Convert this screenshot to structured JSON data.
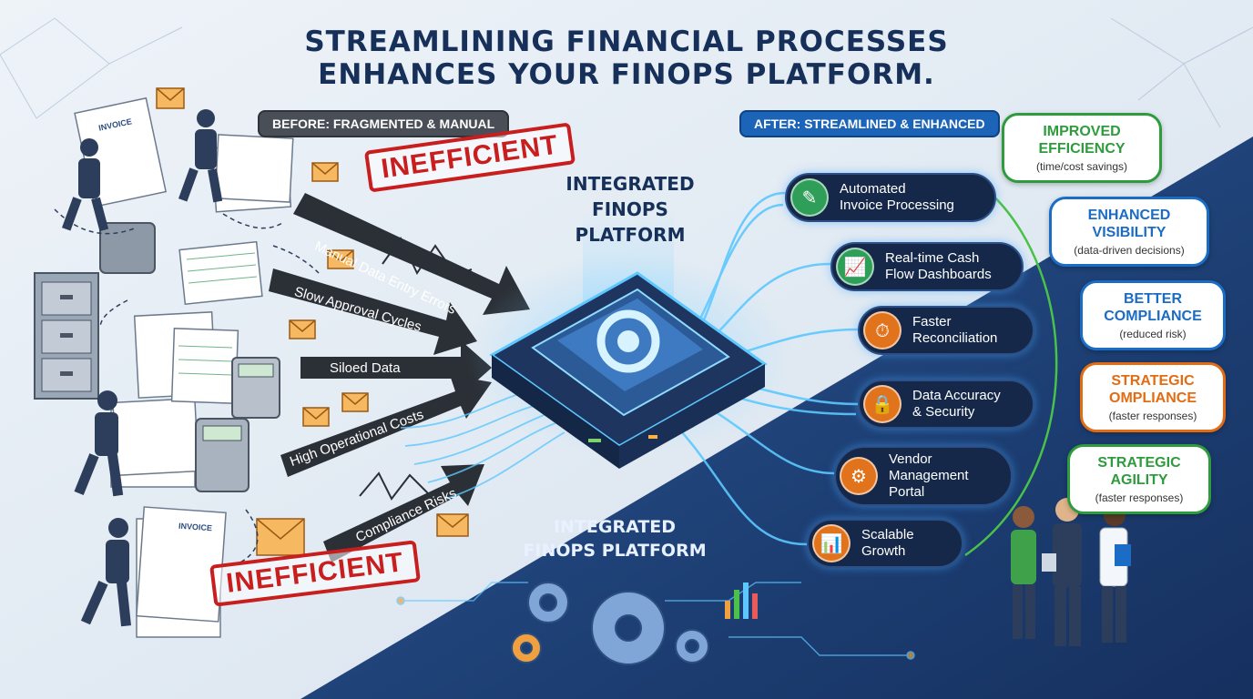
{
  "title": {
    "line1": "STREAMLINING FINANCIAL PROCESSES",
    "line2": "ENHANCES YOUR FINOPS PLATFORM."
  },
  "before": {
    "label": "BEFORE: FRAGMENTED & MANUAL",
    "stamp_top": "INEFFICIENT",
    "stamp_bottom": "INEFFICIENT",
    "invoice_top": "INVOICE",
    "invoice_bottom": "INVOICE",
    "problems": [
      "Manual Data Entry Errors",
      "Slow Approval Cycles",
      "Siloed Data",
      "High Operational Costs",
      "Compliance Risks"
    ]
  },
  "after": {
    "label": "AFTER: STREAMLINED & ENHANCED"
  },
  "platform": {
    "top_label": "INTEGRATED\nFINOPS\nPLATFORM",
    "bottom_label": "INTEGRATED\nFINOPS PLATFORM"
  },
  "features": [
    {
      "label": "Automated\nInvoice Processing",
      "icon": "document-edit-icon",
      "color": "#2f9e58"
    },
    {
      "label": "Real-time Cash\nFlow Dashboards",
      "icon": "chart-icon",
      "color": "#2f9e58"
    },
    {
      "label": "Faster\nReconciliation",
      "icon": "speed-icon",
      "color": "#e0731c"
    },
    {
      "label": "Data Accuracy\n& Security",
      "icon": "shield-lock-icon",
      "color": "#e0731c"
    },
    {
      "label": "Vendor\nManagement\nPortal",
      "icon": "gear-globe-icon",
      "color": "#e0731c"
    },
    {
      "label": "Scalable\nGrowth",
      "icon": "growth-chart-icon",
      "color": "#e0731c"
    }
  ],
  "benefits": [
    {
      "title": "IMPROVED\nEFFICIENCY",
      "subtitle": "(time/cost savings)",
      "color": "#2e9b3c"
    },
    {
      "title": "ENHANCED\nVISIBILITY",
      "subtitle": "(data-driven decisions)",
      "color": "#1b6cc4"
    },
    {
      "title": "BETTER\nCOMPLIANCE",
      "subtitle": "(reduced risk)",
      "color": "#1b6cc4"
    },
    {
      "title": "STRATEGIC\nOMPLIANCE",
      "subtitle": "(faster responses)",
      "color": "#e36b12"
    },
    {
      "title": "STRATEGIC\nAGILITY",
      "subtitle": "(faster responses)",
      "color": "#2e9b3c"
    }
  ],
  "colors": {
    "navy": "#16305a",
    "stamp_red": "#c81e1e",
    "glow_blue": "#46aaff",
    "dark_bg": "#1a3a6b"
  }
}
